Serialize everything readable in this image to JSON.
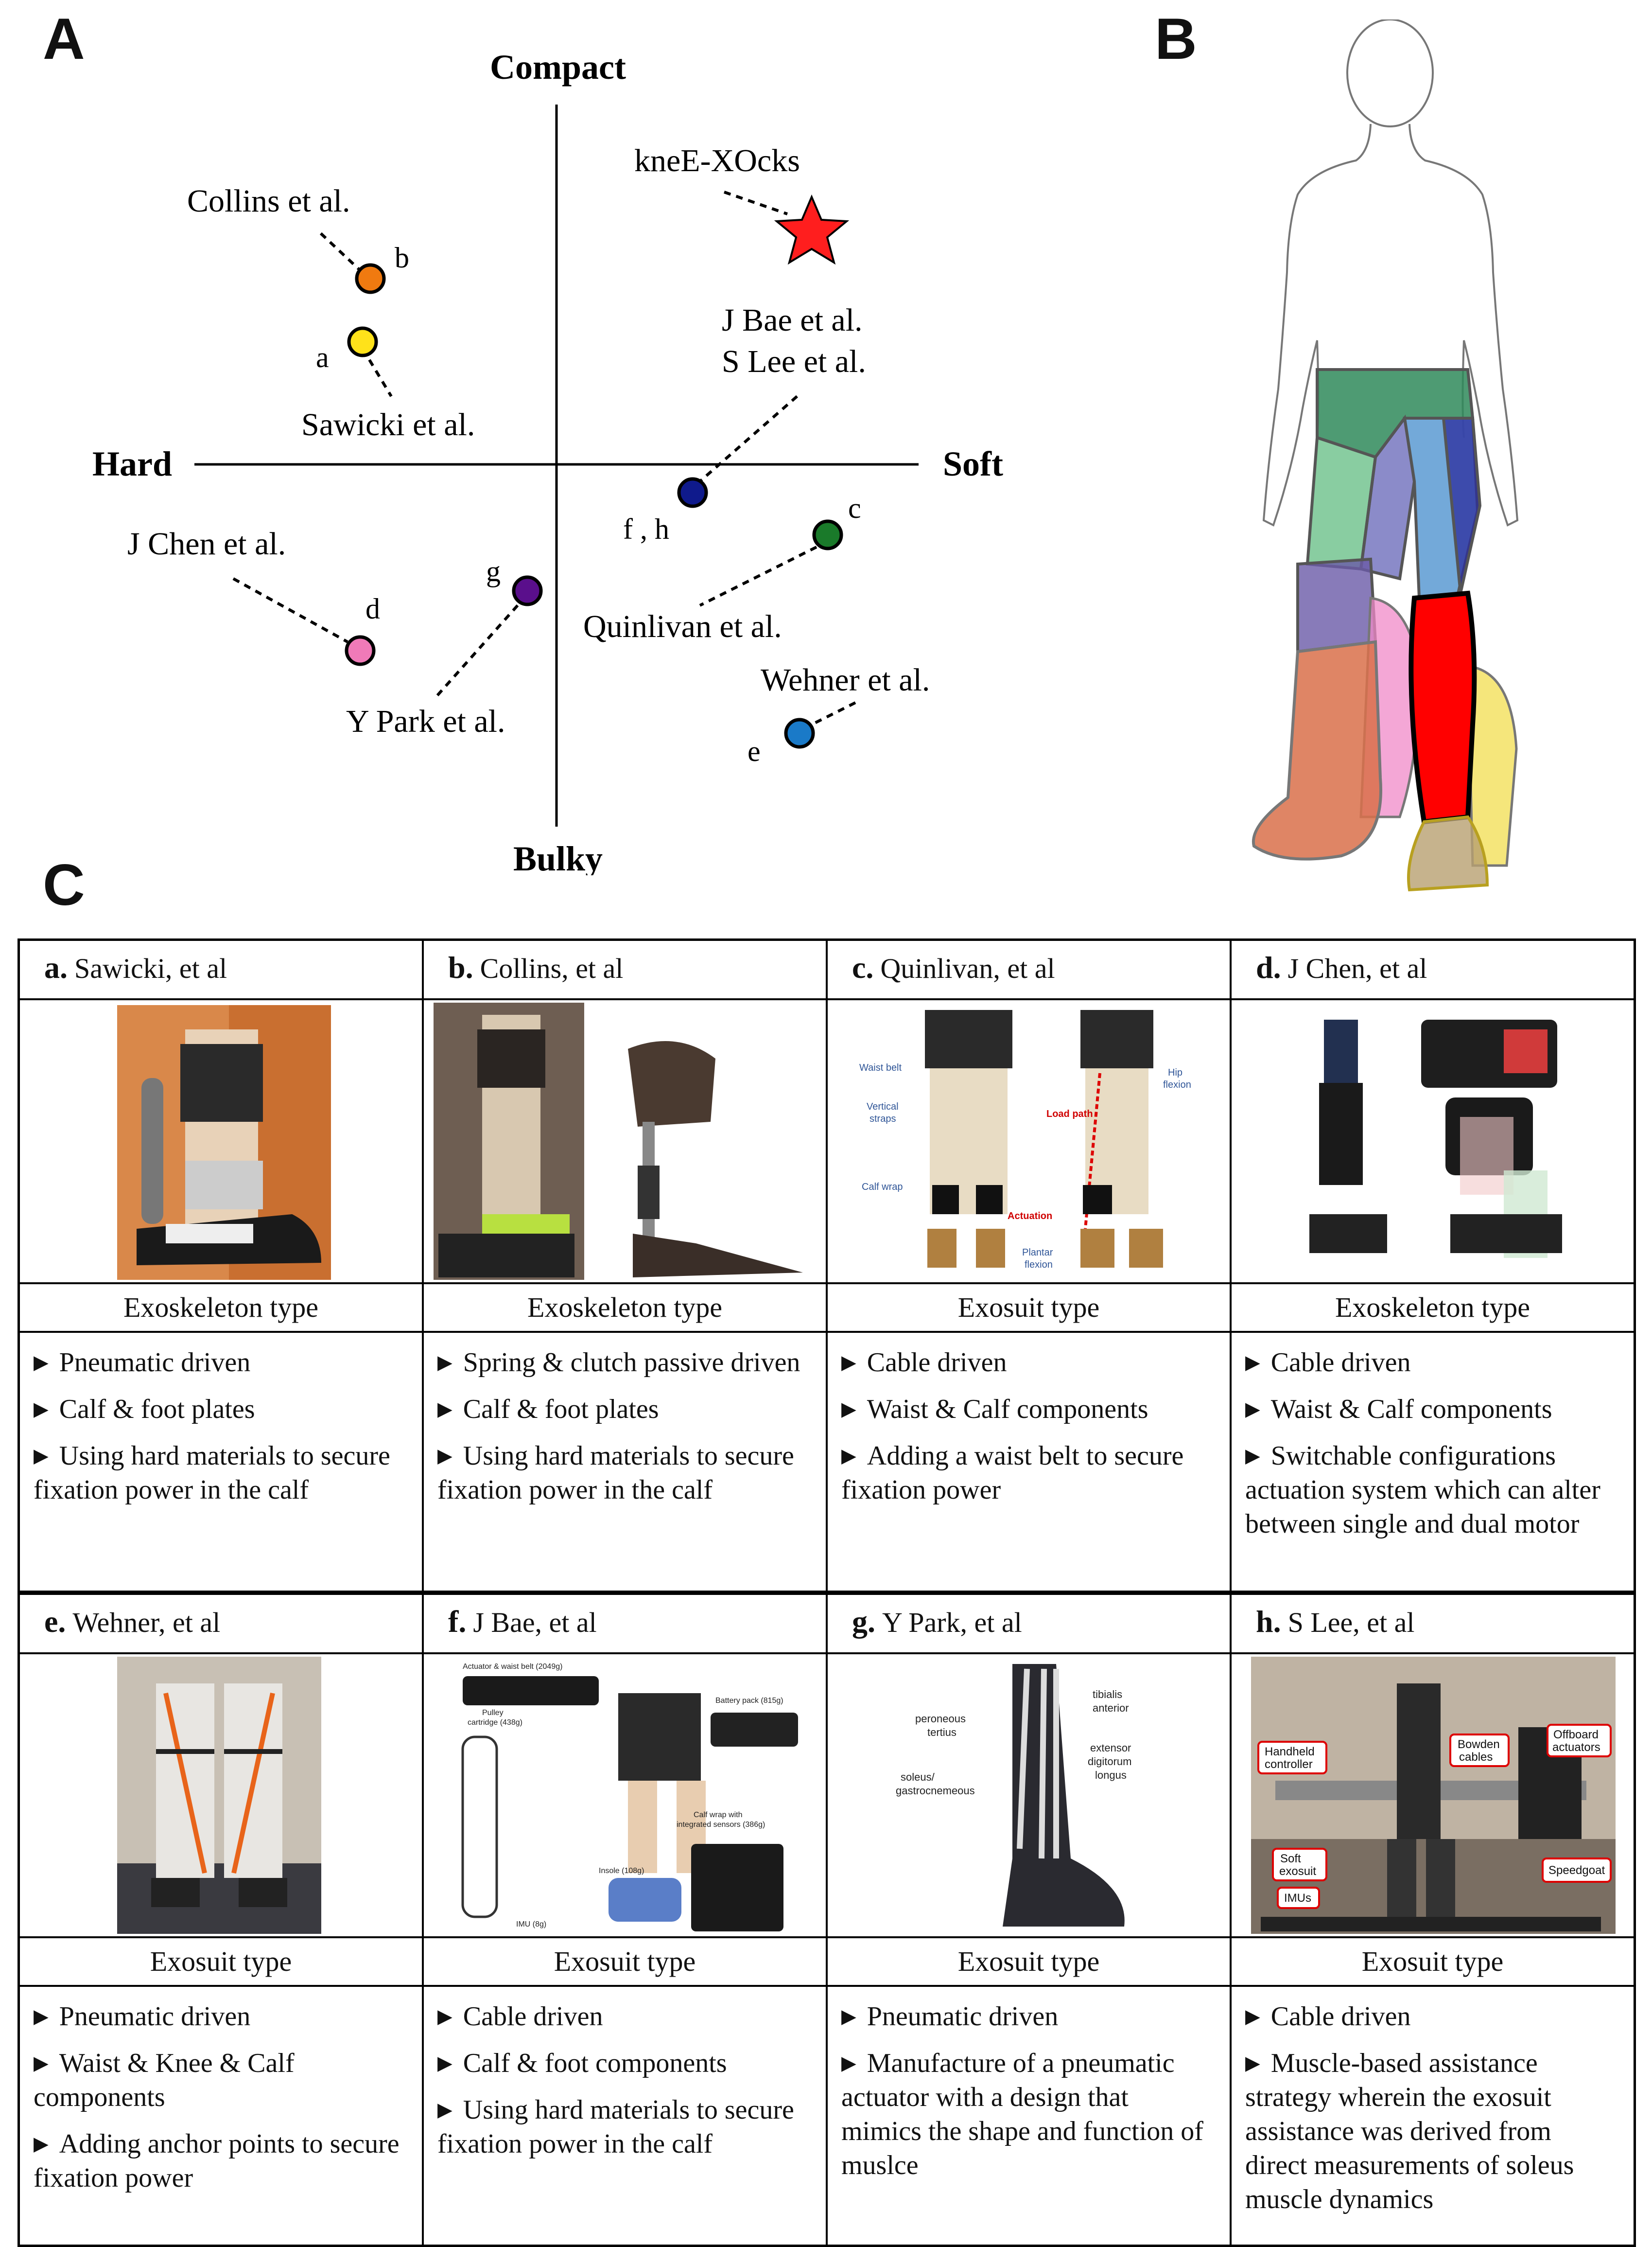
{
  "panels": {
    "a": "A",
    "b": "B",
    "c": "C"
  },
  "quadrant": {
    "axes": {
      "top": "Compact",
      "bottom": "Bulky",
      "left": "Hard",
      "right": "Soft"
    },
    "points": [
      {
        "id": "star",
        "label": "kneE-XOcks",
        "color": "#ff1e1e"
      },
      {
        "id": "b",
        "letter": "b",
        "label": "Collins et al.",
        "color": "#f07a10"
      },
      {
        "id": "a",
        "letter": "a",
        "label": "Sawicki et al.",
        "color": "#ffe21a"
      },
      {
        "id": "fh",
        "letter": "f , h",
        "label": "J Bae et al.",
        "label2": "S Lee et al.",
        "color": "#0f1a8c"
      },
      {
        "id": "c",
        "letter": "c",
        "label": "Quinlivan et al.",
        "color": "#1a7a2a"
      },
      {
        "id": "d",
        "letter": "d",
        "label": "J Chen et al.",
        "color": "#f07ab8"
      },
      {
        "id": "g",
        "letter": "g",
        "label": "Y Park et al.",
        "color": "#5a0f8c"
      },
      {
        "id": "e",
        "letter": "e",
        "label": "Wehner et al.",
        "color": "#1a7ac8"
      }
    ]
  },
  "body_colors": {
    "thigh_upper": "#2f8a5a",
    "thigh_front": "#6cc08a",
    "thigh_right": "#5a9ad2",
    "thigh_inner": "#2b2c9c",
    "knee_left": "#6a5aa8",
    "calf_left": "#d9704a",
    "calf_back": "#f08ac8",
    "calf_right": "#ff0000",
    "calf_back_right": "#f2e05a",
    "foot_right": "#b8a070"
  },
  "row1": [
    {
      "letter": "a.",
      "name": "Sawicki, et al",
      "type": "Exoskeleton type",
      "bullets": [
        "Pneumatic driven",
        "Calf & foot plates",
        "Using hard materials to secure fixation power in the calf"
      ]
    },
    {
      "letter": "b.",
      "name": "Collins, et al",
      "type": "Exoskeleton type",
      "bullets": [
        "Spring & clutch passive driven",
        "Calf & foot plates",
        "Using hard materials to secure fixation power in the calf"
      ]
    },
    {
      "letter": "c.",
      "name": "Quinlivan, et al",
      "type": "Exosuit type",
      "bullets": [
        "Cable driven",
        "Waist & Calf components",
        "Adding a waist belt to secure fixation power"
      ],
      "labels": {
        "waist": "Waist belt",
        "vertical": "Vertical",
        "straps": "straps",
        "calf": "Calf wrap",
        "hip": "Hip",
        "flexion": "flexion",
        "load": "Load path",
        "actuation": "Actuation",
        "plantar": "Plantar",
        "plantar2": "flexion"
      }
    },
    {
      "letter": "d.",
      "name": "J Chen, et al",
      "type": "Exoskeleton type",
      "bullets": [
        "Cable driven",
        "Waist & Calf components",
        "Switchable configurations actuation system which can alter between single and dual motor"
      ]
    }
  ],
  "row2": [
    {
      "letter": "e.",
      "name": "Wehner, et al",
      "type": "Exosuit type",
      "bullets": [
        "Pneumatic driven",
        "Waist & Knee & Calf components",
        "Adding anchor points to secure fixation power"
      ]
    },
    {
      "letter": "f.",
      "name": "J Bae, et al",
      "type": "Exosuit type",
      "bullets": [
        "Cable driven",
        "Calf & foot components",
        "Using hard materials to secure fixation power in the calf"
      ],
      "labels": {
        "actuator": "Actuator & waist belt (2049g)",
        "battery": "Battery pack (815g)",
        "pulley": "Pulley",
        "cartridge": "cartridge (438g)",
        "calfwrap": "Calf wrap with",
        "sensors": "integrated sensors (386g)",
        "insole": "Insole (108g)",
        "imu": "IMU (8g)"
      }
    },
    {
      "letter": "g.",
      "name": "Y Park, et al",
      "type": "Exosuit type",
      "bullets": [
        "Pneumatic driven",
        "Manufacture of a pneumatic actuator with a design that  mimics the shape and function of muslce"
      ],
      "labels": {
        "peroneous": "peroneous",
        "tertius": "tertius",
        "soleus": "soleus/",
        "gastro": "gastrocnemeous",
        "tibialis": "tibialis",
        "anterior": "anterior",
        "extensor": "extensor",
        "digitorum": "digitorum",
        "longus": "longus"
      }
    },
    {
      "letter": "h.",
      "name": "S Lee, et al",
      "type": "Exosuit type",
      "bullets": [
        "Cable driven",
        "Muscle-based assistance strategy wherein the exosuit assistance was derived from direct measurements of soleus muscle dynamics"
      ],
      "labels": {
        "handheld": "Handheld",
        "controller": "controller",
        "bowden": "Bowden",
        "cables": "cables",
        "offboard": "Offboard",
        "actuators": "actuators",
        "soft": "Soft",
        "exosuit": "exosuit",
        "imus": "IMUs",
        "speedgoat": "Speedgoat"
      }
    }
  ]
}
